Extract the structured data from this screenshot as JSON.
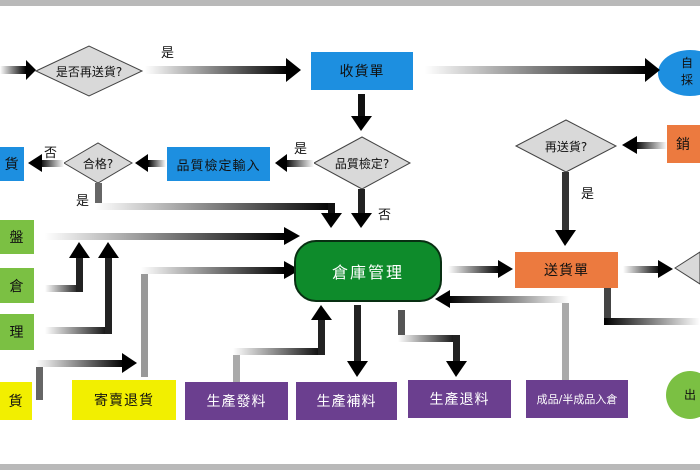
{
  "nodes": {
    "q_resend_left": "是否再送貨?",
    "receipt": "收貨單",
    "auto_purchase": "自\n採",
    "quality_check": "品質檢定?",
    "qc_input": "品質檢定輸入",
    "pass_check": "合格?",
    "left_return": "貨",
    "sales": "銷",
    "q_resend_right": "再送貨?",
    "inventory": "盤",
    "warehouse_left": "倉",
    "manage_left": "理",
    "warehouse_mgmt": "倉庫管理",
    "delivery": "送貨單",
    "return_goods": "貨",
    "consign_return": "寄賣退貨",
    "prod_issue": "生產發料",
    "prod_supply": "生產補料",
    "prod_return": "生產退料",
    "finished_in": "成品/半成品入倉",
    "green_right": "出"
  },
  "edge_labels": {
    "yes_top": "是",
    "yes_qc": "是",
    "no_left": "否",
    "yes_pass": "是",
    "no_qc": "否",
    "yes_resend": "是"
  },
  "colors": {
    "blue": "#1d8fe0",
    "green": "#7bc043",
    "yellow": "#f2ef00",
    "purple": "#6b3f8f",
    "orange": "#ec7a3f",
    "terminator": "#0e8b2b"
  }
}
